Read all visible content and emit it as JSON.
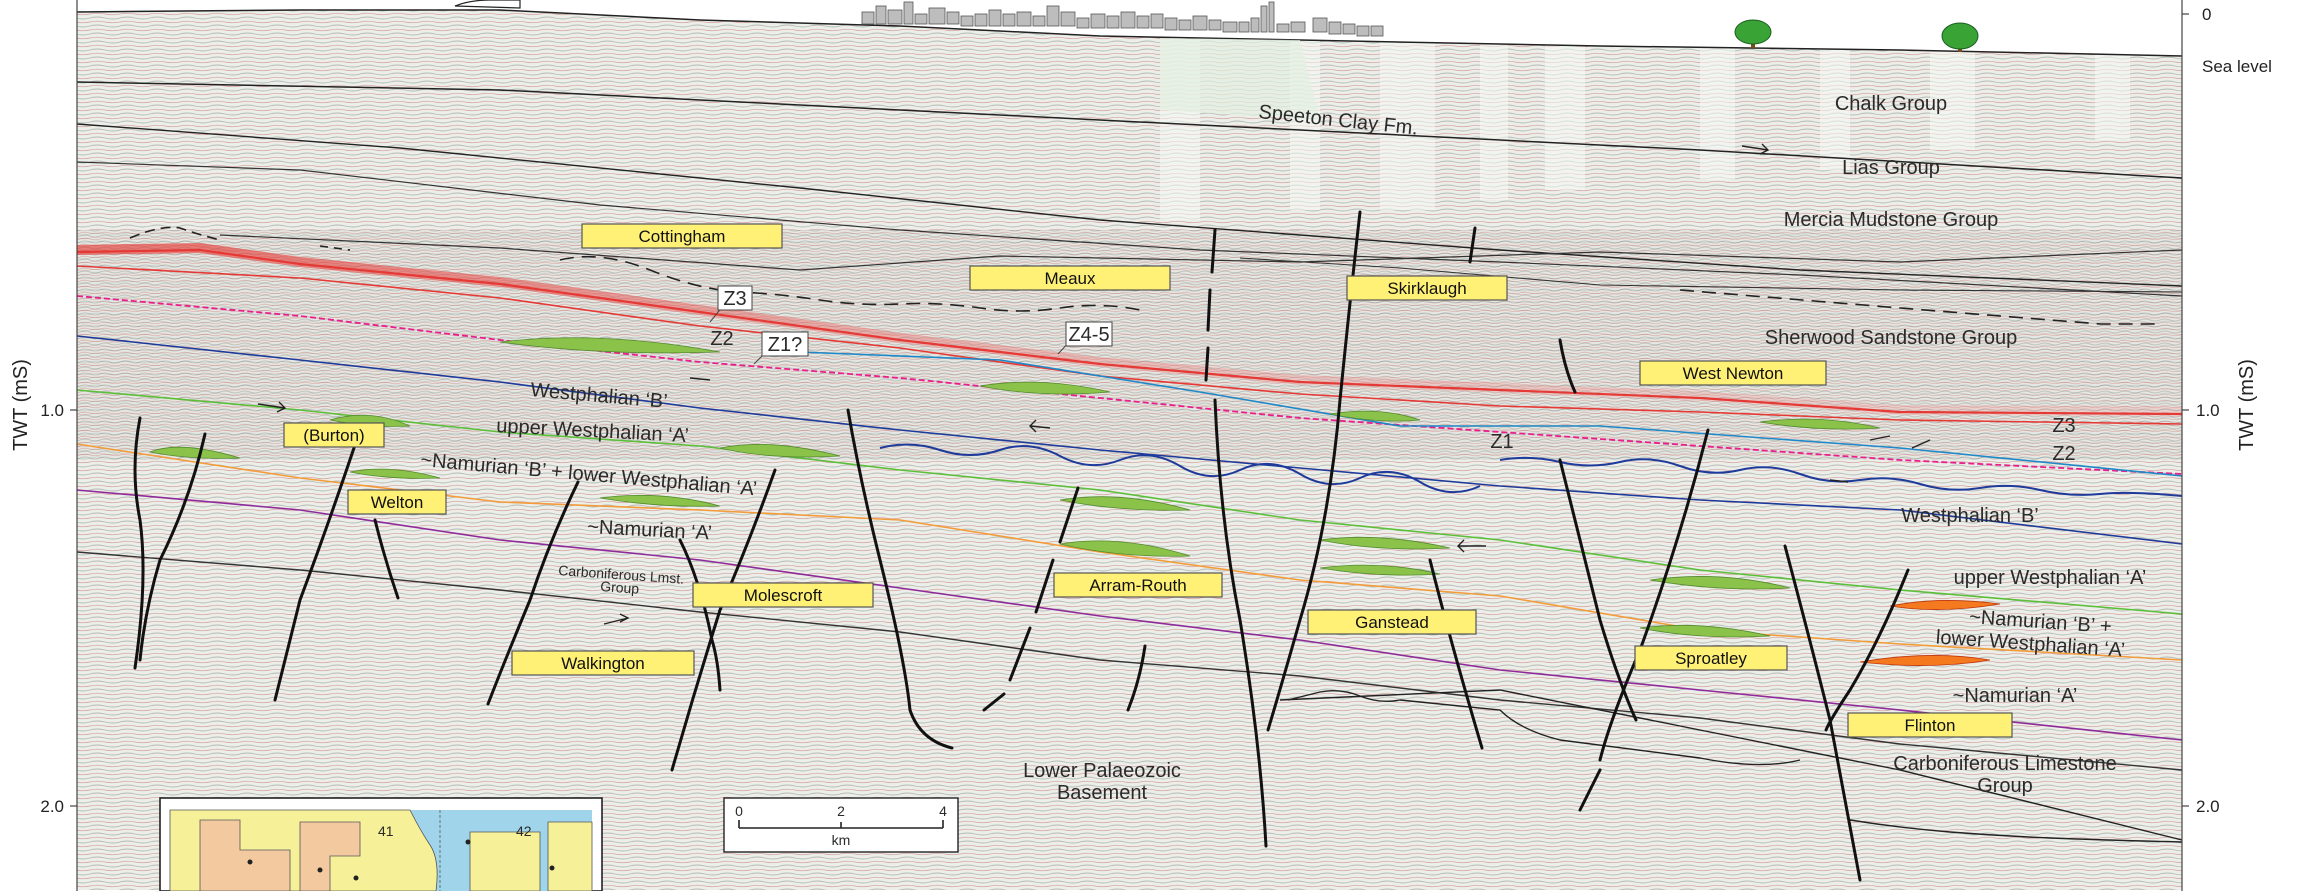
{
  "axes": {
    "left_title": "TWT (mS)",
    "right_title": "TWT (mS)",
    "left_ticks": [
      "1.0",
      "2.0"
    ],
    "right_ticks": [
      "0",
      "1.0",
      "2.0"
    ],
    "sea_level": "Sea level"
  },
  "units_right": {
    "chalk": "Chalk Group",
    "speeton": "Speeton Clay Fm.",
    "lias": "Lias Group",
    "mercia": "Mercia Mudstone Group",
    "sherwood": "Sherwood Sandstone Group",
    "westphalian_b": "Westphalian ‘B’",
    "upper_westphalian_a": "upper Westphalian ‘A’",
    "namurian_b_line1": "~Namurian ‘B’ +",
    "namurian_b_line2": "lower Westphalian ‘A’",
    "namurian_a": "~Namurian ‘A’",
    "carb_lmst_line1": "Carboniferous Limestone",
    "carb_lmst_line2": "Group"
  },
  "units_left": {
    "westphalian_b": "Westphalian ‘B’",
    "upper_westphalian_a": "upper Westphalian ‘A’",
    "namurian_b": "~Namurian ‘B’ + lower Westphalian ‘A’",
    "namurian_a": "~Namurian ‘A’",
    "carb_lmst_line1": "Carboniferous Lmst.",
    "carb_lmst_line2": "Group"
  },
  "basement": {
    "line1": "Lower Palaeozoic",
    "line2": "Basement"
  },
  "zechstein": {
    "z3_box": "Z3",
    "z2_label": "Z2",
    "z1_box": "Z1?",
    "z45_box": "Z4-5",
    "z1_label": "Z1",
    "z3_right": "Z3",
    "z2_right": "Z2"
  },
  "fields": [
    "Cottingham",
    "Meaux",
    "Skirklaugh",
    "West Newton",
    "(Burton)",
    "Welton",
    "Molescroft",
    "Walkington",
    "Arram-Routh",
    "Ganstead",
    "Sproatley",
    "Flinton"
  ],
  "scale_bar": {
    "ticks": [
      "0",
      "2",
      "4"
    ],
    "unit": "km"
  },
  "inset_map": {
    "quad_41": "41",
    "quad_42": "42"
  },
  "colors": {
    "seismic_bg": "#e9ebe6",
    "field_box": "#fff176",
    "gas_green": "#8bc34a",
    "gas_orange": "#f4791f",
    "sherwood_red": "#e53935",
    "zechstein_pink": "#e91e8c",
    "westphalian_blue": "#1e3a9a",
    "upper_w_a_green": "#5cbf3a",
    "namurian_orange": "#f39c3a",
    "namurian_a_purple": "#8e2a9a"
  }
}
